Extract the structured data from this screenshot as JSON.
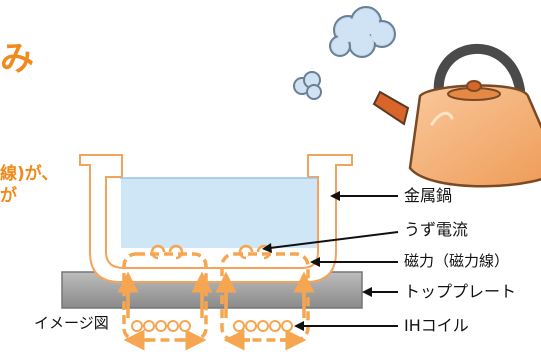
{
  "heading": {
    "title_fragment": "み"
  },
  "description": {
    "line1": "線)が、",
    "line2": "が"
  },
  "labels": {
    "pot": "金属鍋",
    "eddy_current": "うず電流",
    "magnetic_force": "磁力（磁力線）",
    "top_plate": "トッププレート",
    "ih_coil": "IHコイル"
  },
  "caption": "イメージ図",
  "colors": {
    "accent": "#f08a1c",
    "arrow": "#f6a650",
    "pot_stroke": "#f2a55a",
    "water": "#cfe6f6",
    "plate": "#9a9a9a",
    "kettle_body": "#f6b47a",
    "steam": "#bcd7ef"
  },
  "icons": [
    "kettle-icon",
    "steam-cloud-icon"
  ]
}
